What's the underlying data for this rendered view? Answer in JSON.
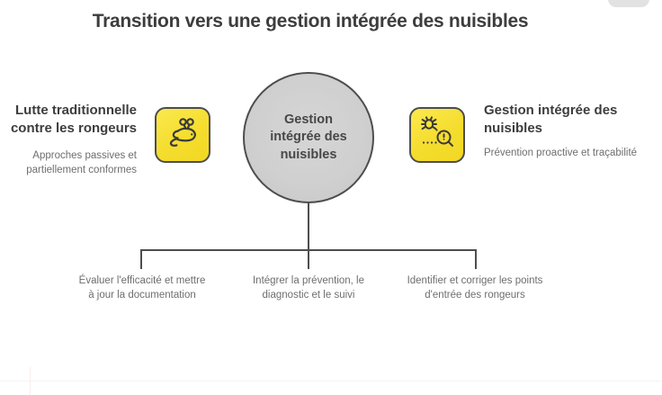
{
  "page": {
    "title": "Transition vers une gestion intégrée des nuisibles",
    "background_color": "#ffffff",
    "accent_yellow": "#f5dd2e",
    "stroke_color": "#4d4d4d",
    "heading_color": "#3d3d3d",
    "body_color": "#6e6e6e"
  },
  "center_node": {
    "label": "Gestion intégrée des nuisibles",
    "fill_color": "#d0d0d0",
    "border_color": "#4d4d4d"
  },
  "sides": {
    "left": {
      "heading": "Lutte traditionnelle contre les rongeurs",
      "subtitle": "Approches passives et partiellement conformes",
      "icon": "mouse-icon"
    },
    "right": {
      "heading": "Gestion intégrée des nuisibles",
      "subtitle": "Prévention proactive et traçabilité",
      "icon": "pest-inspection-icon"
    }
  },
  "steps": [
    {
      "label": "Évaluer l'efficacité et mettre à jour la documentation"
    },
    {
      "label": "Intégrer la prévention, le diagnostic et le suivi"
    },
    {
      "label": "Identifier et corriger les points d'entrée des rongeurs"
    }
  ]
}
